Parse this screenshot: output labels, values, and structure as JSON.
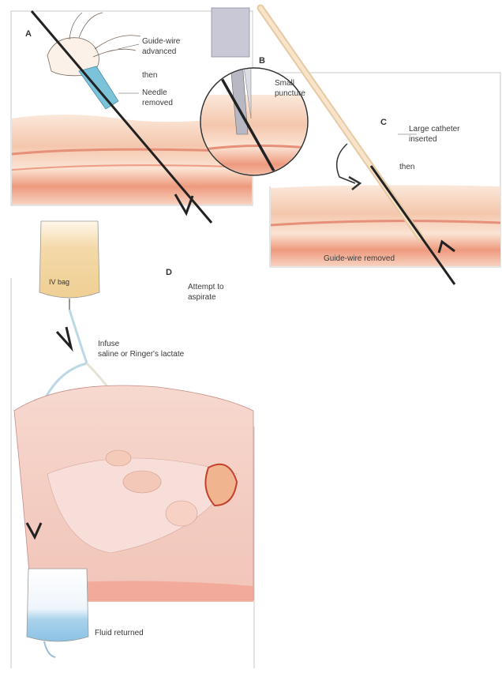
{
  "panels": {
    "a": {
      "letter": "A"
    },
    "b": {
      "letter": "B"
    },
    "c": {
      "letter": "C"
    },
    "d": {
      "letter": "D"
    }
  },
  "labels": {
    "guidewire_advanced_1": "Guide-wire",
    "guidewire_advanced_2": "advanced",
    "then_a": "then",
    "needle_removed_1": "Needle",
    "needle_removed_2": "removed",
    "small_puncture_1": "Small",
    "small_puncture_2": "puncture",
    "large_catheter_1": "Large catheter",
    "large_catheter_2": "inserted",
    "then_c": "then",
    "guidewire_removed": "Guide-wire removed",
    "iv_bag": "IV bag",
    "attempt_aspirate_1": "Attempt to",
    "attempt_aspirate_2": "aspirate",
    "infuse_1": "Infuse",
    "infuse_2": "saline or Ringer's lactate",
    "fluid_returned": "Fluid returned"
  },
  "colors": {
    "skin_light": "#f6dcc6",
    "skin_mid": "#f0b8a0",
    "muscle": "#e98d75",
    "fascia": "#fbe8da",
    "needle_blue": "#7cc3d9",
    "catheter": "#f3dcc0",
    "fluid_bag": "#f3d7a3",
    "return_fluid": "#9ccbe6",
    "organ_pink": "#f2c4c0",
    "outline": "#222222"
  }
}
